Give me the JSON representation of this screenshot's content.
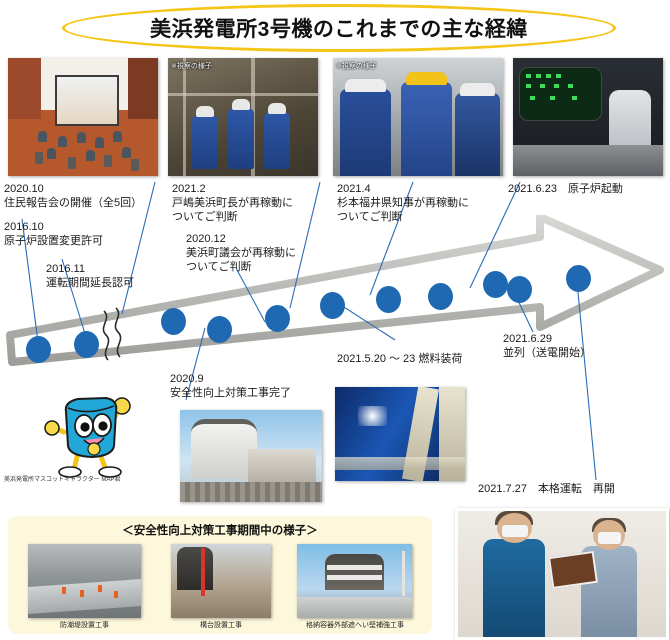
{
  "title": "美浜発電所3号機のこれまでの主な経緯",
  "photos": {
    "briefing": {
      "name": "住民報告会の様子",
      "note": ""
    },
    "town_inspection": {
      "name": "美浜町長視察",
      "note": "※視察の様子"
    },
    "governor_inspection": {
      "name": "福井県知事視察",
      "note": "※視察の様子"
    },
    "control_room": {
      "name": "中央制御室",
      "note": ""
    },
    "reactor_building": {
      "name": "原子炉建屋",
      "note": ""
    },
    "turbine": {
      "name": "タービン建屋",
      "note": ""
    },
    "interview": {
      "name": "所員の様子",
      "note": ""
    }
  },
  "timeline": {
    "events": [
      {
        "id": "e1",
        "date": "2016.10",
        "text": "原子炉設置変更許可"
      },
      {
        "id": "e2",
        "date": "2016.11",
        "text": "運転期間延長認可"
      },
      {
        "id": "e3",
        "date": "2020.9",
        "text": "安全性向上対策工事完了"
      },
      {
        "id": "e4",
        "date": "2020.10",
        "text": "住民報告会の開催（全5回）"
      },
      {
        "id": "e5",
        "date": "2020.12",
        "text": "美浜町議会が再稼動に\nついてご判断"
      },
      {
        "id": "e6",
        "date": "2021.2",
        "text": "戸嶋美浜町長が再稼動に\nついてご判断"
      },
      {
        "id": "e7",
        "date": "2021.4",
        "text": "杉本福井県知事が再稼動に\nついてご判断"
      },
      {
        "id": "e8",
        "date": "2021.5.20 ～ 23",
        "text": "燃料装荷"
      },
      {
        "id": "e9",
        "date": "2021.6.23",
        "text": "原子炉起動"
      },
      {
        "id": "e10",
        "date": "2021.6.29",
        "text": "並列（送電開始）"
      },
      {
        "id": "e11",
        "date": "2021.7.27",
        "text": "本格運転　再開"
      }
    ],
    "labels": {
      "l_2020_10_date": "2020.10",
      "l_2020_10_text": "住民報告会の開催（全5回）",
      "l_2016_10_date": "2016.10",
      "l_2016_10_text": "原子炉設置変更許可",
      "l_2016_11_date": "2016.11",
      "l_2016_11_text": "運転期間延長認可",
      "l_2021_2_date": "2021.2",
      "l_2021_2_line1": "戸嶋美浜町長が再稼動に",
      "l_2021_2_line2": "ついてご判断",
      "l_2020_12_date": "2020.12",
      "l_2020_12_line1": "美浜町議会が再稼動に",
      "l_2020_12_line2": "ついてご判断",
      "l_2021_4_date": "2021.4",
      "l_2021_4_line1": "杉本福井県知事が再稼動に",
      "l_2021_4_line2": "ついてご判断",
      "l_2021_6_23": "2021.6.23　原子炉起動",
      "l_2021_6_29_date": "2021.6.29",
      "l_2021_6_29_text": "並列（送電開始）",
      "l_2021_5_20": "2021.5.20 ～ 23 燃料装荷",
      "l_2020_9_date": "2020.9",
      "l_2020_9_text": "安全性向上対策工事完了",
      "l_2021_7_27": "2021.7.27　本格運転　再開"
    }
  },
  "mascot": {
    "caption": "美浜発電所マスコットキャラクター MAP君"
  },
  "panel": {
    "title": "＜安全性向上対策工事期間中の様子＞",
    "items": [
      {
        "caption": "防潮堤設置工事"
      },
      {
        "caption": "構台設置工事"
      },
      {
        "caption": "格納容器外部遮へい壁補強工事"
      }
    ]
  },
  "colors": {
    "title_outline": "#f5c518",
    "dot": "#1f69b3",
    "leader": "#2a6cb5",
    "arrow_fill": "#ffffff",
    "arrow_stroke": "#b2b2b2",
    "panel_bg": "#fdf8dc"
  }
}
